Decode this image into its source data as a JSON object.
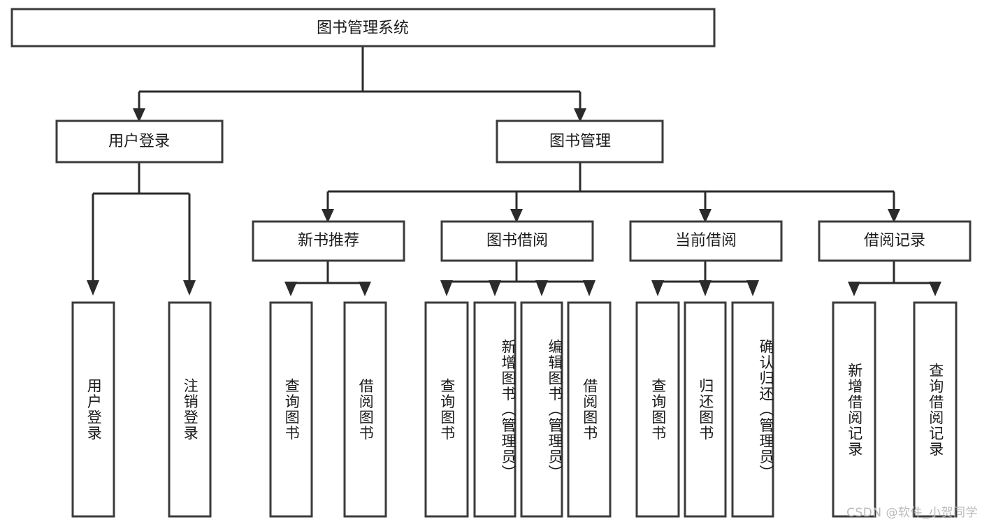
{
  "diagram": {
    "title": "图书管理系统",
    "type": "tree-hierarchy",
    "background_color": "#ffffff",
    "box_stroke_color": "#3b3b3b",
    "connector_color": "#2b2b2b",
    "text_color": "#1a1a1a"
  },
  "root": {
    "label": "图书管理系统"
  },
  "level2": [
    {
      "label": "用户登录"
    },
    {
      "label": "图书管理"
    }
  ],
  "level3": [
    {
      "label": "新书推荐"
    },
    {
      "label": "图书借阅"
    },
    {
      "label": "当前借阅"
    },
    {
      "label": "借阅记录"
    }
  ],
  "leaves": {
    "user_login": [
      {
        "label": "用户登录"
      },
      {
        "label": "注销登录"
      }
    ],
    "new_book_recommend": [
      {
        "label": "查询图书"
      },
      {
        "label": "借阅图书"
      }
    ],
    "book_borrow": [
      {
        "label": "查询图书"
      },
      {
        "label": "新增图书（管理员）"
      },
      {
        "label": "编辑图书（管理员）"
      },
      {
        "label": "借阅图书"
      }
    ],
    "current_borrow": [
      {
        "label": "查询图书"
      },
      {
        "label": "归还图书"
      },
      {
        "label": "确认归还（管理员）"
      }
    ],
    "borrow_record": [
      {
        "label": "新增借阅记录"
      },
      {
        "label": "查询借阅记录"
      }
    ]
  },
  "watermark": {
    "text": "CSDN @软件_小贺同学"
  }
}
